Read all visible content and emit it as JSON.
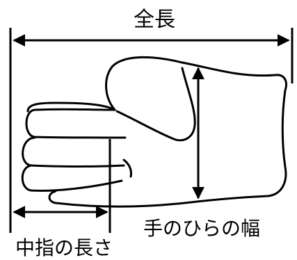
{
  "labels": {
    "total_length": "全長",
    "palm_width": "手のひらの幅",
    "middle_finger_length": "中指の長さ"
  },
  "colors": {
    "line": "#000000",
    "background": "#ffffff"
  }
}
